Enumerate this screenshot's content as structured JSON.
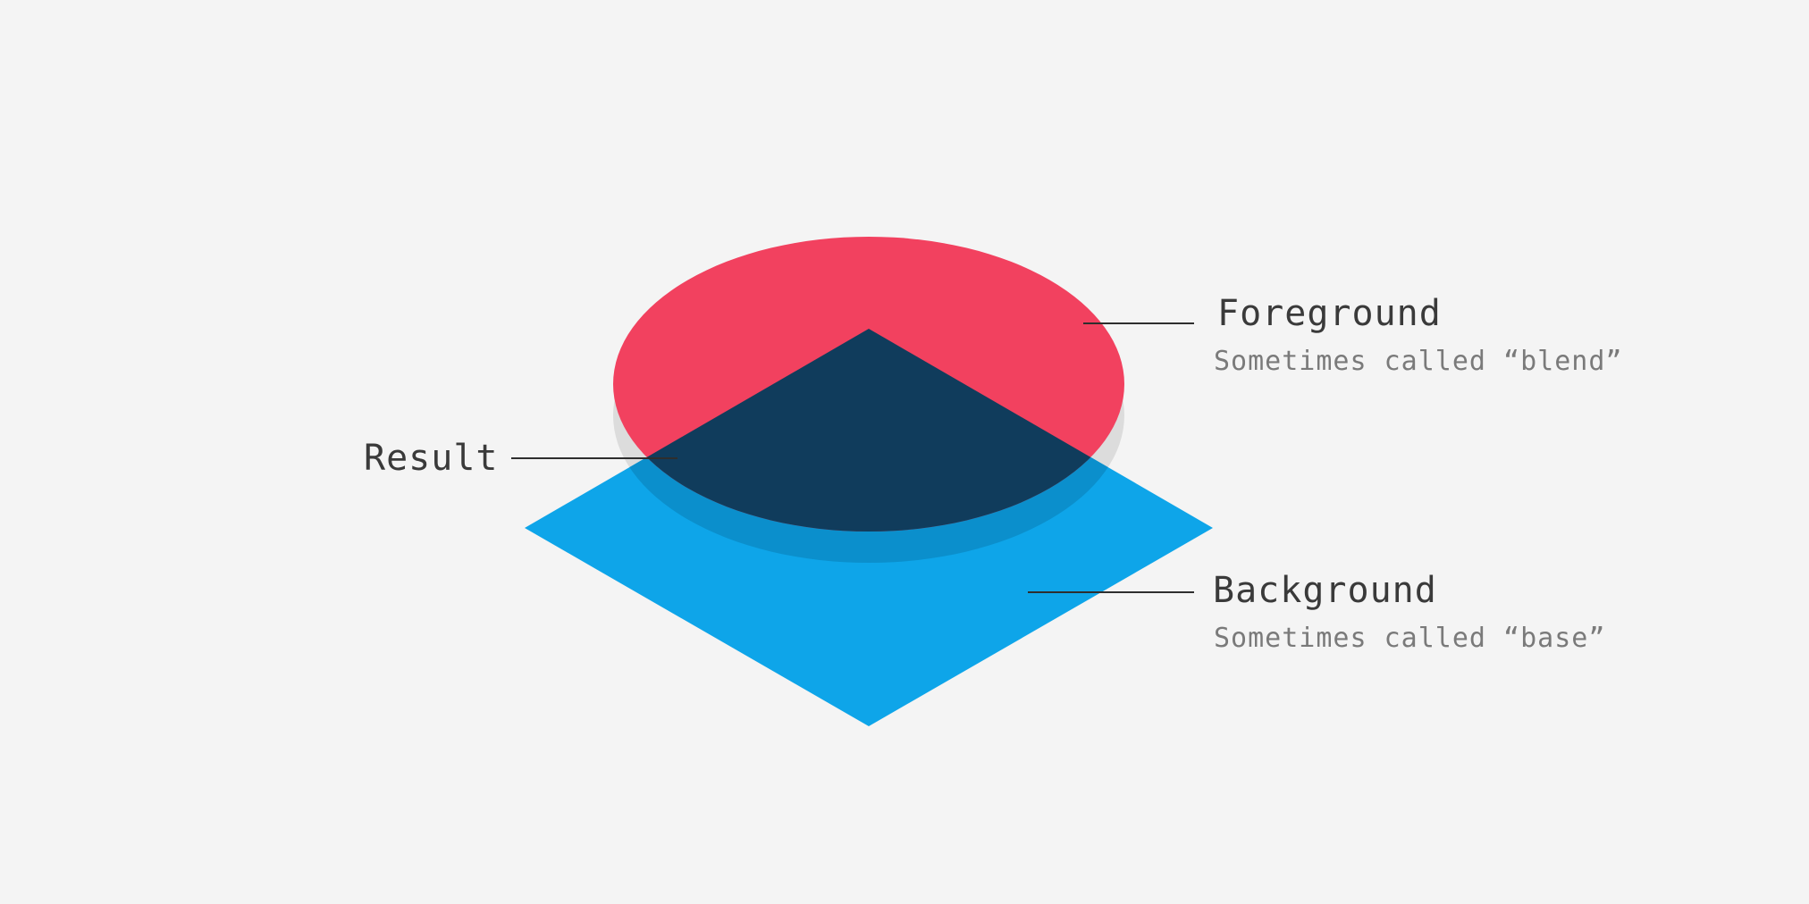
{
  "labels": {
    "result": "Result",
    "foreground": "Foreground",
    "foreground_sub": "Sometimes called “blend”",
    "background": "Background",
    "background_sub": "Sometimes called “base”"
  },
  "colors": {
    "page_background": "#f4f4f4",
    "foreground_layer": "#f2415f",
    "background_layer": "#0ea5e9",
    "result_overlap": "#103c5c",
    "shadow": "#dcdcdc",
    "disc_edge_over_base": "#0b8fcc",
    "leader_line": "#2e2e2e"
  }
}
